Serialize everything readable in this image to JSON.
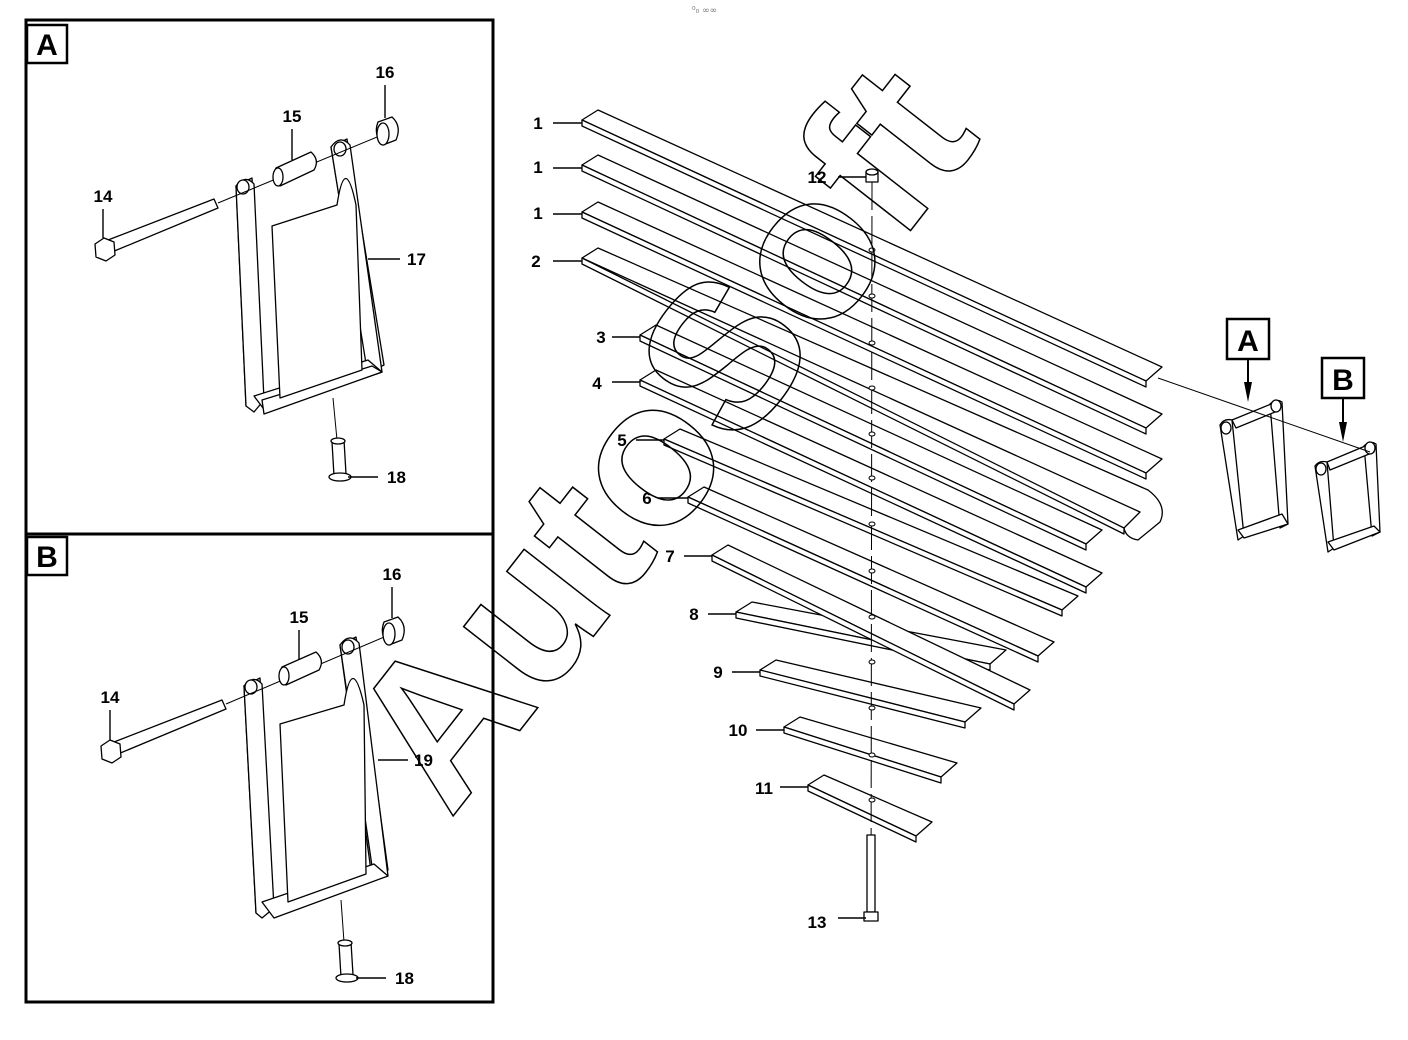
{
  "toolbar_mark": "⁰₀ ∞∞",
  "watermark": "AutoSoft",
  "panels": {
    "a": {
      "letter": "A",
      "callouts": {
        "bolt": "14",
        "bushing": "15",
        "nut": "16",
        "shackle": "17",
        "pin": "18"
      }
    },
    "b": {
      "letter": "B",
      "callouts": {
        "bolt": "14",
        "bushing": "15",
        "nut": "16",
        "shackle": "19",
        "pin": "18"
      }
    }
  },
  "main": {
    "leaf_callouts": [
      "1",
      "1",
      "1",
      "2",
      "3",
      "4",
      "5",
      "6",
      "7",
      "8",
      "9",
      "10",
      "11"
    ],
    "center_bolt_top": "12",
    "center_bolt_bottom": "13",
    "detail_a": "A",
    "detail_b": "B"
  }
}
